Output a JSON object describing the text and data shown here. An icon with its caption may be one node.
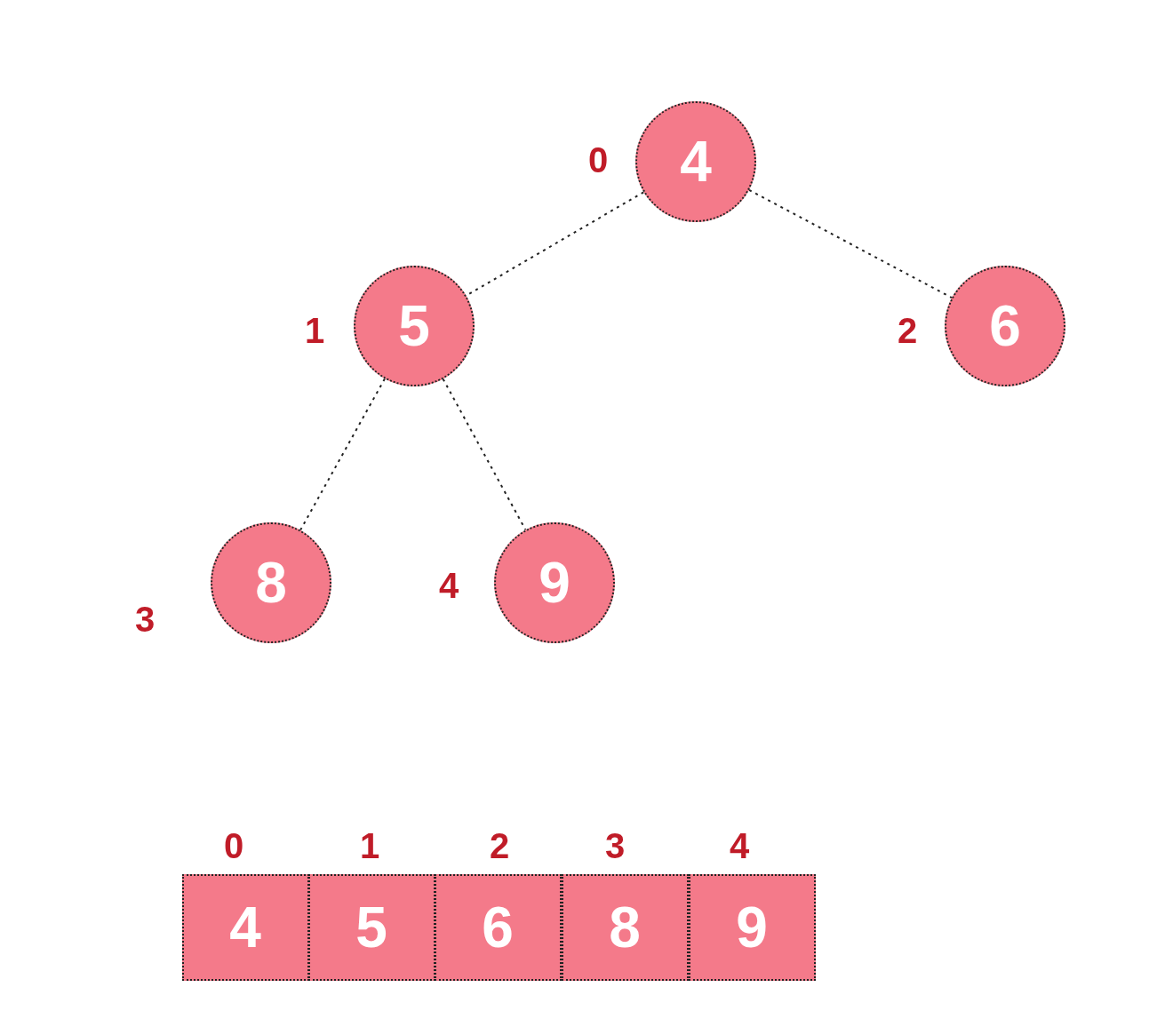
{
  "diagram": {
    "nodes": [
      {
        "text": [
          "4"
        ],
        "beside": [
          "0"
        ]
      },
      {
        "text": [
          "5"
        ],
        "beside": [
          "1"
        ]
      },
      {
        "text": [
          "6"
        ],
        "beside": [
          "2"
        ]
      },
      {
        "text": [
          "8"
        ],
        "beside": [
          "3"
        ]
      },
      {
        "text": [
          "9"
        ],
        "beside": [
          "4"
        ]
      },
      {
        "text": [
          "4"
        ],
        "beside": [
          "0"
        ]
      },
      {
        "text": [
          "5"
        ],
        "beside": [
          "1"
        ]
      },
      {
        "text": [
          "6"
        ],
        "beside": [
          "2"
        ]
      },
      {
        "text": [
          "8"
        ],
        "beside": [
          "3"
        ]
      },
      {
        "text": [
          "9"
        ],
        "beside": [
          "4"
        ]
      }
    ],
    "edges": [
      {
        "from": 0,
        "to": 1,
        "arrow": "none",
        "style": "dashed"
      },
      {
        "from": 0,
        "to": 2,
        "arrow": "none",
        "style": "dashed"
      },
      {
        "from": 1,
        "to": 3,
        "arrow": "none",
        "style": "dashed"
      },
      {
        "from": 1,
        "to": 4,
        "arrow": "none",
        "style": "dashed"
      }
    ]
  }
}
